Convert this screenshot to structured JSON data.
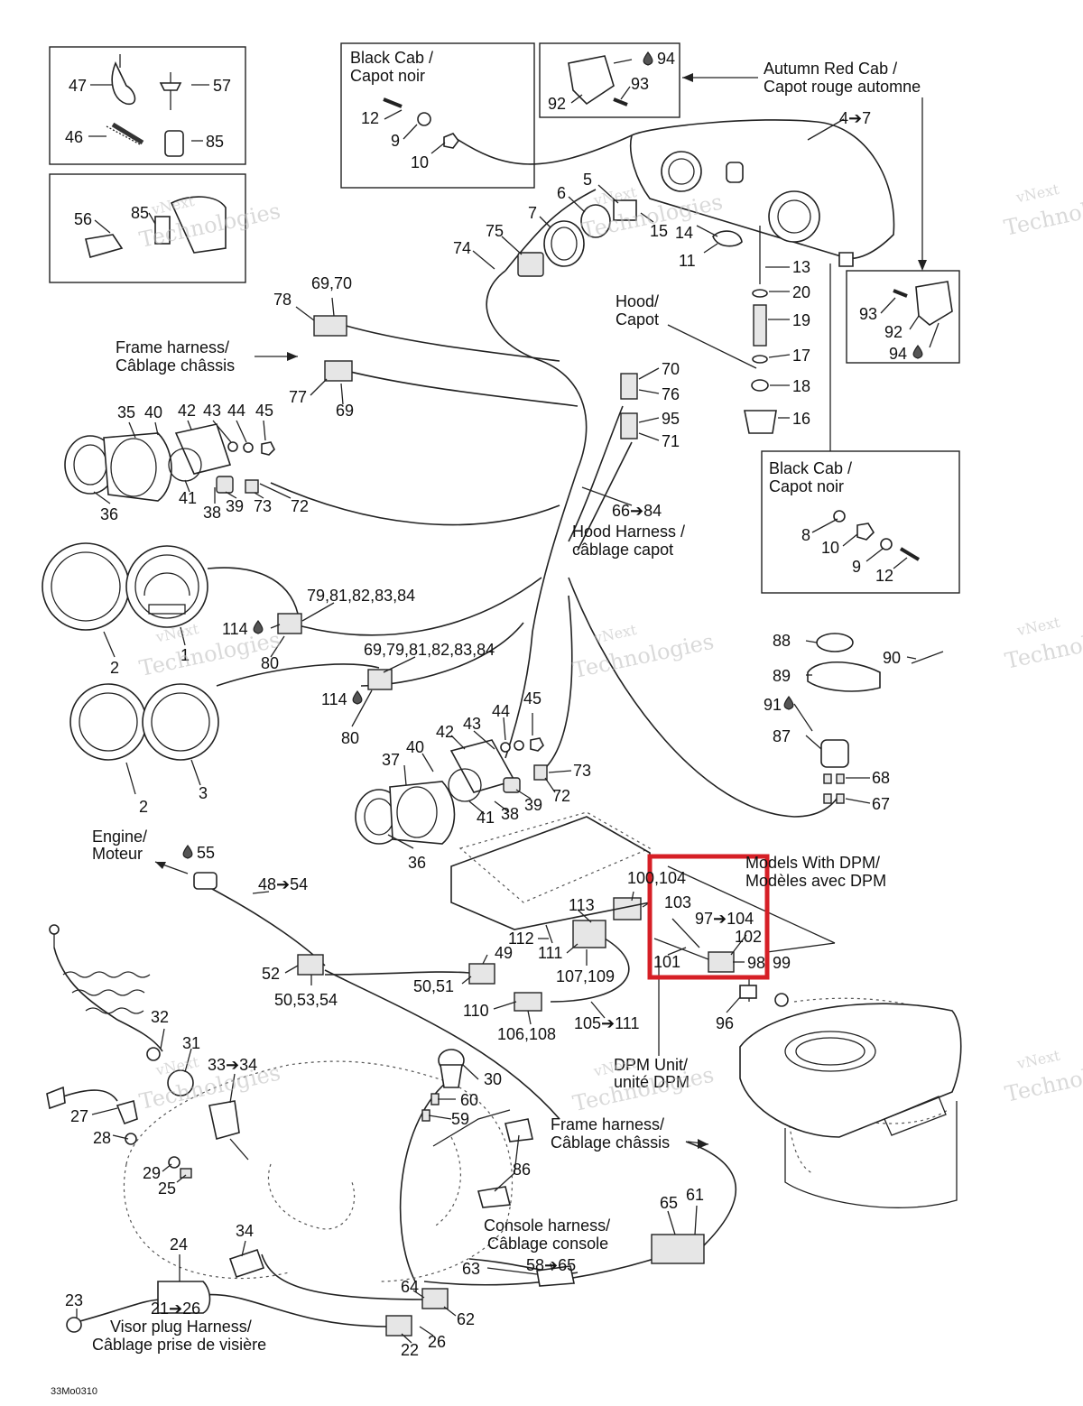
{
  "figure_code": "33Mo0310",
  "watermark": [
    "vNext",
    "Technologies"
  ],
  "highlight_color": "#d61f26",
  "callouts": {
    "c47": "47",
    "c57": "57",
    "c46": "46",
    "c85a": "85",
    "c56": "56",
    "c85b": "85",
    "c12a": "12",
    "c9a": "9",
    "c10a": "10",
    "c92a": "92",
    "c93a": "93",
    "c94a": "94",
    "c4to7": "4➔7",
    "c5": "5",
    "c6": "6",
    "c7": "7",
    "c15": "15",
    "c14": "14",
    "c11": "11",
    "c75": "75",
    "c74": "74",
    "c13": "13",
    "c20": "20",
    "c19": "19",
    "c17": "17",
    "c18": "18",
    "c16": "16",
    "c93b": "93",
    "c92b": "92",
    "c94b": "94",
    "c78": "78",
    "c6970": "69,70",
    "c77": "77",
    "c69": "69",
    "c70": "70",
    "c76": "76",
    "c95": "95",
    "c71": "71",
    "c35": "35",
    "c40a": "40",
    "c42a": "42",
    "c43a": "43",
    "c44a": "44",
    "c45a": "45",
    "c36a": "36",
    "c41a": "41",
    "c38a": "38",
    "c39a": "39",
    "c73a": "73",
    "c72a": "72",
    "c66to84": "66➔84",
    "c8": "8",
    "c10b": "10",
    "c9b": "9",
    "c12b": "12",
    "c79group": "79,81,82,83,84",
    "c114a": "114",
    "c1": "1",
    "c80a": "80",
    "c2a": "2",
    "c69group": "69,79,81,82,83,84",
    "c114b": "114",
    "c80b": "80",
    "c2b": "2",
    "c3": "3",
    "c88": "88",
    "c89": "89",
    "c90": "90",
    "c91": "91",
    "c87": "87",
    "c68": "68",
    "c67": "67",
    "c42b": "42",
    "c43b": "43",
    "c44b": "44",
    "c45b": "45",
    "c37": "37",
    "c40b": "40",
    "c73b": "73",
    "c72b": "72",
    "c39b": "39",
    "c38b": "38",
    "c41b": "41",
    "c36b": "36",
    "c55": "55",
    "c48to54": "48➔54",
    "c52": "52",
    "c505354": "50,53,54",
    "c49": "49",
    "c5051": "50,51",
    "c113": "113",
    "c112": "112",
    "c111": "111",
    "c107109": "107,109",
    "c110": "110",
    "c106108": "106,108",
    "c105to111": "105➔111",
    "c100104": "100,104",
    "c103": "103",
    "c97to104": "97➔104",
    "c102": "102",
    "c101": "101",
    "c98": "98",
    "c99": "99",
    "c96": "96",
    "c32": "32",
    "c31": "31",
    "c33to34": "33➔34",
    "c27": "27",
    "c28": "28",
    "c29": "29",
    "c25": "25",
    "c30": "30",
    "c60": "60",
    "c59": "59",
    "c86": "86",
    "c65": "65",
    "c61": "61",
    "c34": "34",
    "c24": "24",
    "c21to26": "21➔26",
    "c23": "23",
    "c63": "63",
    "c58to65": "58➔65",
    "c64": "64",
    "c62": "62",
    "c22": "22",
    "c26": "26"
  },
  "captions": {
    "black_cab_top": [
      "Black Cab /",
      "Capot noir"
    ],
    "autumn_red": [
      "Autumn Red Cab /",
      "Capot rouge automne"
    ],
    "hood": [
      "Hood/",
      "Capot"
    ],
    "frame_harness_top": [
      "Frame harness/",
      "Câblage châssis"
    ],
    "hood_harness": [
      "Hood Harness /",
      "câblage capot"
    ],
    "black_cab_right": [
      "Black Cab /",
      "Capot noir"
    ],
    "models_dpm": [
      "Models With DPM/",
      "Modèles avec DPM"
    ],
    "engine": [
      "Engine/",
      "Moteur"
    ],
    "dpm_unit": [
      "DPM Unit/",
      "unité DPM"
    ],
    "frame_harness_bottom": [
      "Frame harness/",
      "Câblage châssis"
    ],
    "console_harness": [
      "Console harness/",
      "Câblage console"
    ],
    "visor_plug": [
      "Visor plug Harness/",
      "Câblage prise de visière"
    ]
  }
}
